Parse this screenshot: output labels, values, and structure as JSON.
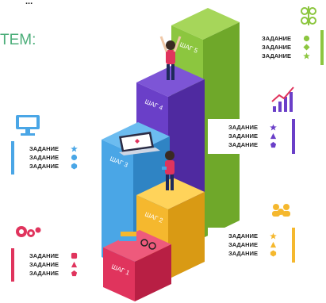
{
  "header": {
    "top_text": "...",
    "title_fragment": "TEM:"
  },
  "task_label": "ЗАДАНИЕ",
  "steps": [
    {
      "label": "ШАГ 1",
      "color": "#e0345d"
    },
    {
      "label": "ШАГ 2",
      "color": "#f5b82e"
    },
    {
      "label": "ШАГ 3",
      "color": "#4aa6e6"
    },
    {
      "label": "ШАГ 4",
      "color": "#6a3fc8"
    },
    {
      "label": "ШАГ 5",
      "color": "#8cc63f"
    }
  ],
  "groups": [
    {
      "name": "step1-tasks",
      "icon": "gears-icon",
      "color": "#e0345d",
      "items": [
        {
          "shape": "square-icon"
        },
        {
          "shape": "triangle-icon"
        },
        {
          "shape": "pentagon-icon"
        }
      ]
    },
    {
      "name": "step2-tasks",
      "icon": "people-icon",
      "color": "#f5b82e",
      "items": [
        {
          "shape": "star-icon"
        },
        {
          "shape": "triangle-icon"
        },
        {
          "shape": "hexagon-icon"
        }
      ]
    },
    {
      "name": "step3-tasks",
      "icon": "monitor-icon",
      "color": "#4aa6e6",
      "items": [
        {
          "shape": "star-icon"
        },
        {
          "shape": "circle-icon"
        },
        {
          "shape": "hexagon-icon"
        }
      ]
    },
    {
      "name": "step4-tasks",
      "icon": "growth-chart-icon",
      "color": "#6a3fc8",
      "items": [
        {
          "shape": "star-icon"
        },
        {
          "shape": "triangle-icon"
        },
        {
          "shape": "pentagon-icon"
        }
      ]
    },
    {
      "name": "step5-tasks",
      "icon": "network-icon",
      "color": "#8cc63f",
      "items": [
        {
          "shape": "circle-icon"
        },
        {
          "shape": "diamond-icon"
        },
        {
          "shape": "star-icon"
        }
      ]
    }
  ]
}
